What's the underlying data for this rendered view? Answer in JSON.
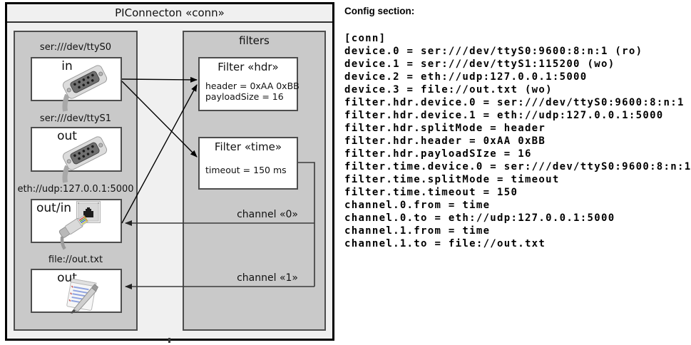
{
  "diagram": {
    "title": "PIConnecton «conn»",
    "filters_panel_label": "filters",
    "devices": [
      {
        "uri": "ser:///dev/ttyS0",
        "role": "in",
        "icon": "serial-connector"
      },
      {
        "uri": "ser:///dev/ttyS1",
        "role": "out",
        "icon": "serial-connector"
      },
      {
        "uri": "eth://udp:127.0.0.1:5000",
        "role": "out/in",
        "icon": "ethernet"
      },
      {
        "uri": "file://out.txt",
        "role": "out",
        "icon": "notepad"
      }
    ],
    "filters": [
      {
        "title": "Filter «hdr»",
        "props": [
          "header = 0xAA 0xBB",
          "payloadSize = 16"
        ]
      },
      {
        "title": "Filter «time»",
        "props": [
          "timeout = 150 ms"
        ]
      }
    ],
    "channels": [
      {
        "label": "channel «0»"
      },
      {
        "label": "channel «1»"
      }
    ]
  },
  "config": {
    "heading": "Config section:",
    "lines": [
      "[conn]",
      "device.0 = ser:///dev/ttyS0:9600:8:n:1 (ro)",
      "device.1 = ser:///dev/ttyS1:115200 (wo)",
      "device.2 = eth://udp:127.0.0.1:5000",
      "device.3 = file://out.txt (wo)",
      "filter.hdr.device.0 = ser:///dev/ttyS0:9600:8:n:1",
      "filter.hdr.device.1 = eth://udp:127.0.0.1:5000",
      "filter.hdr.splitMode = header",
      "filter.hdr.header = 0xAA 0xBB",
      "filter.hdr.payloadSIze = 16",
      "filter.time.device.0 = ser:///dev/ttyS0:9600:8:n:1",
      "filter.time.splitMode = timeout",
      "filter.time.timeout = 150",
      "channel.0.from = time",
      "channel.0.to = eth://udp:127.0.0.1:5000",
      "channel.1.from = time",
      "channel.1.to = file://out.txt"
    ]
  },
  "colors": {
    "outer_fill": "#f0f0f0",
    "panel_fill": "#c9c9c9",
    "box_fill": "#ffffff",
    "box_border": "#4d4d4d",
    "arrow_color": "#000000",
    "channel_line_color": "#3a3a3a",
    "text_color": "#111111"
  }
}
